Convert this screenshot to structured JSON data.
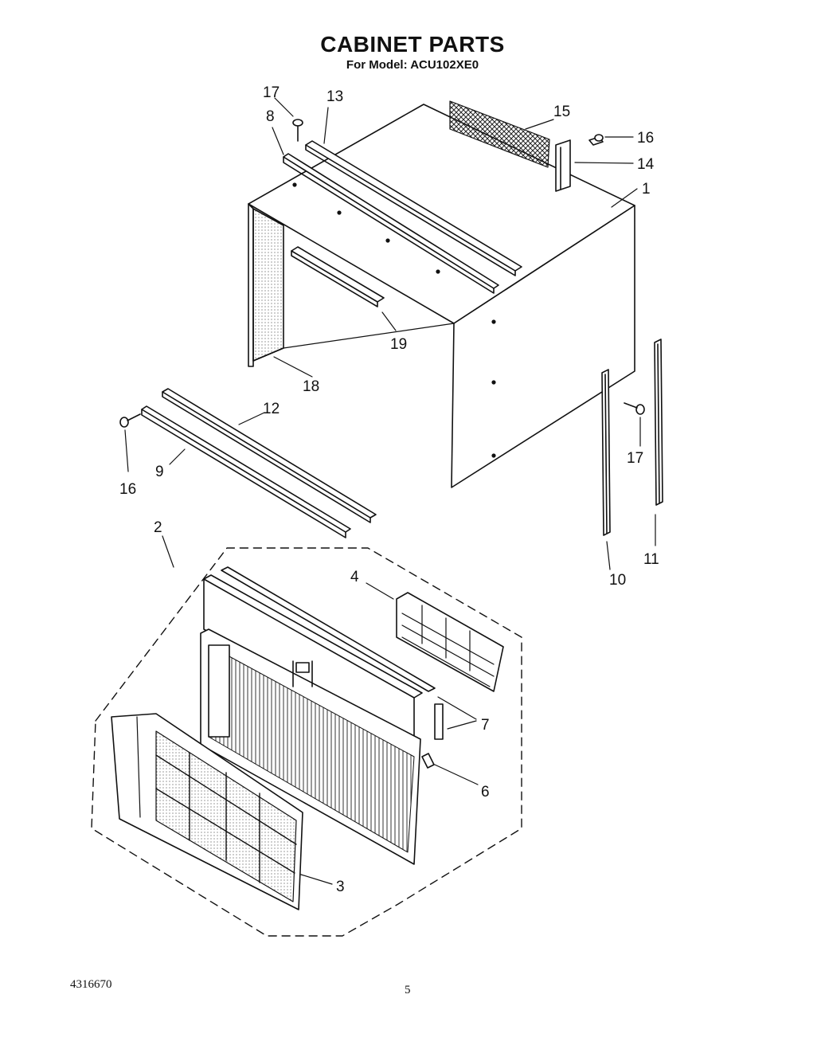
{
  "title": "CABINET PARTS",
  "subtitle": "For Model: ACU102XE0",
  "callouts": {
    "p1": "1",
    "p2": "2",
    "p3": "3",
    "p4": "4",
    "p6": "6",
    "p7": "7",
    "p8": "8",
    "p9": "9",
    "p10": "10",
    "p11": "11",
    "p12": "12",
    "p13": "13",
    "p14": "14",
    "p15": "15",
    "p16a": "16",
    "p16b": "16",
    "p17a": "17",
    "p17b": "17",
    "p18": "18",
    "p19": "19"
  },
  "footer": {
    "doc_number": "4316670",
    "page_number": "5"
  }
}
